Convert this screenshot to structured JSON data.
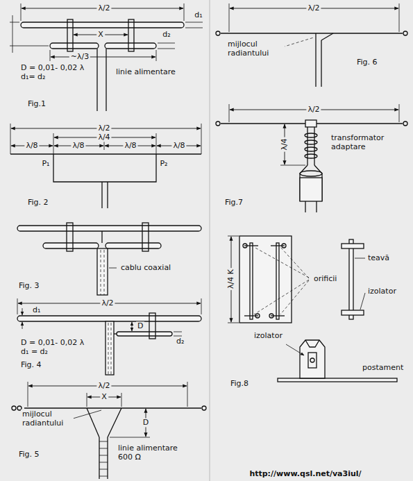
{
  "diagram": {
    "labels": [
      "λ/2",
      "d₁",
      "d₂",
      "X",
      "~λ/3",
      "D = 0,01- 0,02 λ",
      "d₁= d₂",
      "linie alimentare",
      "Fig.1",
      "λ/2",
      "λ/4",
      "λ/8",
      "λ/8",
      "λ/8",
      "λ/8",
      "P₁",
      "P₂",
      "Fig. 2",
      "cablu coaxial",
      "Fig. 3",
      "λ/2",
      "d₁",
      "D",
      "d₂",
      "D = 0,01- 0,02 λ",
      "d₁ = d₂",
      "Fig. 4",
      "λ/2",
      "X",
      "mijlocul radiantului",
      "D",
      "linie alimentare 600 Ω",
      "Fig. 5",
      "λ/2",
      "mijlocul radiantului",
      "Fig. 6",
      "λ/2",
      "λ/4",
      "transformator adaptare",
      "Fig.7",
      "λ/4 K",
      "orificii",
      "teavă",
      "izolator",
      "izolator",
      "postament",
      "Fig.8",
      "http://www.qsl.net/va3iul/"
    ]
  }
}
